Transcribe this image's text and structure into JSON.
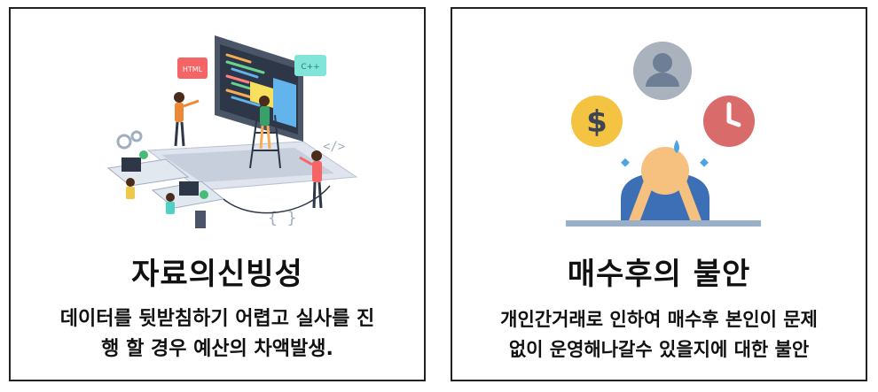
{
  "left_card": {
    "title": "자료의신빙성",
    "lines": [
      "데이터를 뒷받침하기 어렵고 실사를 진",
      "행 할 경우 예산의 차액발생."
    ],
    "badge_html": "HTML",
    "badge_cpp": "C++"
  },
  "right_card": {
    "title": "매수후의 불안",
    "lines": [
      "개인간거래로 인하여 매수후 본인이 문제",
      "없이 운영해나갈수 있을지에 대한 불안"
    ],
    "icons": [
      "dollar-icon",
      "person-icon",
      "clock-icon"
    ]
  },
  "colors": {
    "border": "#222222",
    "blue": "#3d6fb6",
    "dollar_yellow": "#f5c342",
    "clock_red": "#d96b6b",
    "person_gray": "#9aa3ad",
    "skin": "#f6c17f"
  }
}
